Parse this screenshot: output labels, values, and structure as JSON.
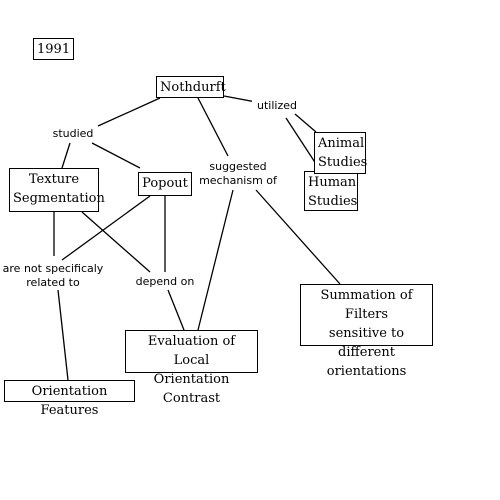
{
  "year_label": "1991",
  "concepts": {
    "nothdurft": "Nothdurft",
    "texture_segmentation": "Texture\nSegmentation",
    "popout": "Popout",
    "animal_studies": "Animal\nStudies",
    "human_studies": "Human\nStudies",
    "evaluation": "Evaluation of Local\nOrientation Contrast",
    "summation": "Summation of Filters\nsensitive to different\norientations",
    "orientation_features": "Orientation Features"
  },
  "linking_phrases": {
    "studied": "studied",
    "utilized": "utilized",
    "suggested": "suggested\nmechanism of",
    "not_related": "are not specificaly\nrelated to",
    "depend_on": "depend on"
  }
}
